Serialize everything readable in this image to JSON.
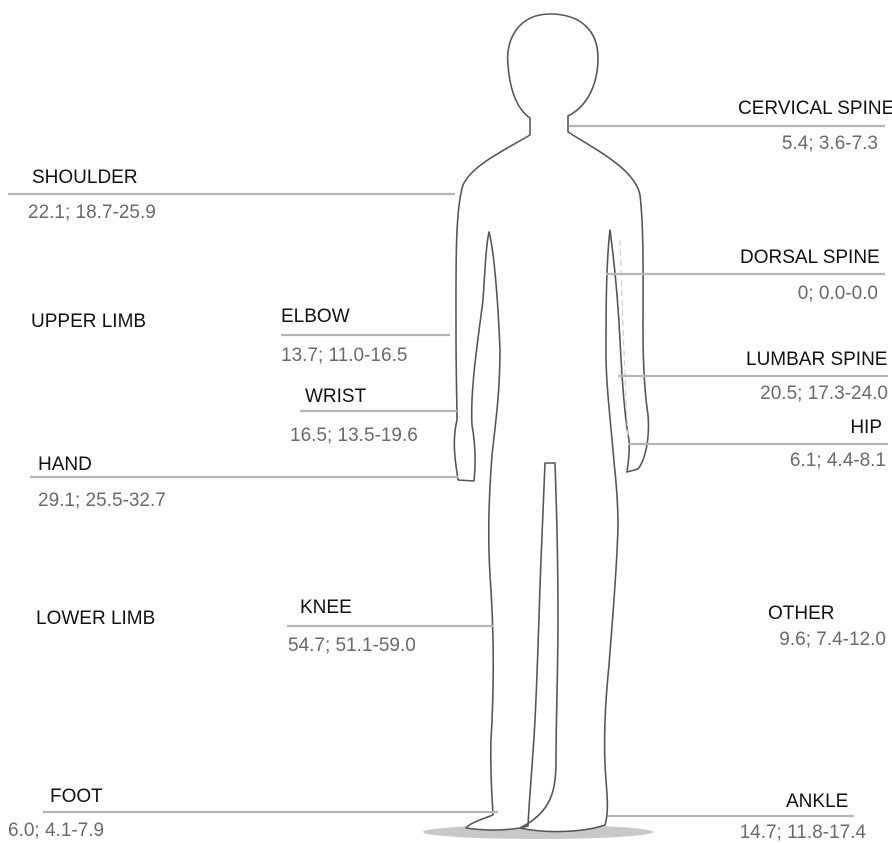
{
  "regions": {
    "cervical_spine": {
      "label": "CERVICAL SPINE",
      "value": "5.4; 3.6-7.3"
    },
    "shoulder": {
      "label": "SHOULDER",
      "value": "22.1; 18.7-25.9"
    },
    "dorsal_spine": {
      "label": "DORSAL SPINE",
      "value": "0; 0.0-0.0"
    },
    "upper_limb": {
      "label": "UPPER LIMB"
    },
    "elbow": {
      "label": "ELBOW",
      "value": "13.7; 11.0-16.5"
    },
    "lumbar_spine": {
      "label": "LUMBAR SPINE",
      "value": "20.5; 17.3-24.0"
    },
    "wrist": {
      "label": "WRIST",
      "value": "16.5; 13.5-19.6"
    },
    "hip": {
      "label": "HIP",
      "value": "6.1; 4.4-8.1"
    },
    "hand": {
      "label": "HAND",
      "value": "29.1; 25.5-32.7"
    },
    "lower_limb": {
      "label": "LOWER LIMB"
    },
    "knee": {
      "label": "KNEE",
      "value": "54.7; 51.1-59.0"
    },
    "other": {
      "label": "OTHER",
      "value": "9.6; 7.4-12.0"
    },
    "foot": {
      "label": "FOOT",
      "value": "6.0; 4.1-7.9"
    },
    "ankle": {
      "label": "ANKLE",
      "value": "14.7; 11.8-17.4"
    }
  },
  "colors": {
    "label": "#111111",
    "value": "#6a6a6a",
    "leader": "#b5b5b5",
    "outline": "#555555"
  }
}
